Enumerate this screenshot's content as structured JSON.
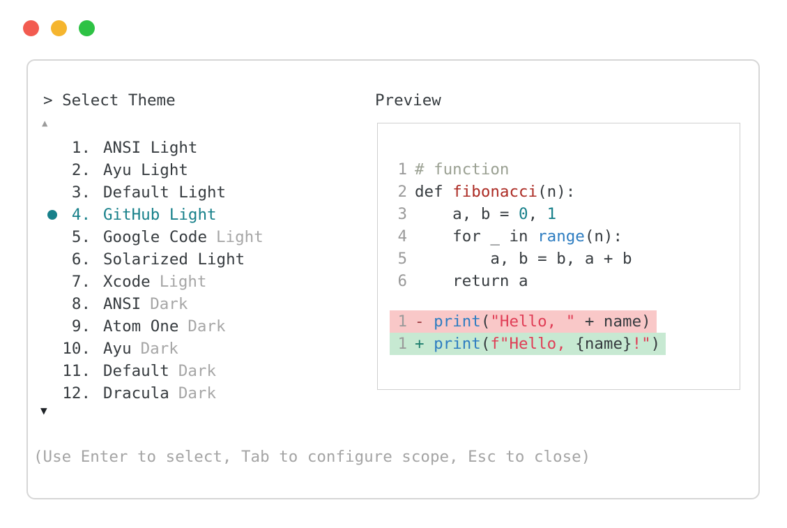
{
  "window": {
    "traffic_lights": [
      {
        "name": "close",
        "color": "#f25b50"
      },
      {
        "name": "minimize",
        "color": "#f5b52e"
      },
      {
        "name": "zoom",
        "color": "#2dc244"
      }
    ]
  },
  "theme_selector": {
    "prompt": "> Select Theme",
    "scroll_up_icon": "▲",
    "scroll_down_icon": "▼",
    "items": [
      {
        "number": "1.",
        "label": "ANSI Light",
        "muted": "",
        "selected": false
      },
      {
        "number": "2.",
        "label": "Ayu Light",
        "muted": "",
        "selected": false
      },
      {
        "number": "3.",
        "label": "Default Light",
        "muted": "",
        "selected": false
      },
      {
        "number": "4.",
        "label": "GitHub Light",
        "muted": "",
        "selected": true
      },
      {
        "number": "5.",
        "label": "Google Code",
        "muted": "Light",
        "selected": false
      },
      {
        "number": "6.",
        "label": "Solarized Light",
        "muted": "",
        "selected": false
      },
      {
        "number": "7.",
        "label": "Xcode",
        "muted": "Light",
        "selected": false
      },
      {
        "number": "8.",
        "label": "ANSI",
        "muted": "Dark",
        "selected": false
      },
      {
        "number": "9.",
        "label": "Atom One",
        "muted": "Dark",
        "selected": false
      },
      {
        "number": "10.",
        "label": "Ayu",
        "muted": "Dark",
        "selected": false
      },
      {
        "number": "11.",
        "label": "Default",
        "muted": "Dark",
        "selected": false
      },
      {
        "number": "12.",
        "label": "Dracula",
        "muted": "Dark",
        "selected": false
      }
    ],
    "help_text": "(Use Enter to select, Tab to configure scope, Esc to close)"
  },
  "preview": {
    "title": "Preview",
    "code_lines": [
      {
        "gutter": "1",
        "tokens": [
          {
            "type": "comment",
            "text": "# function"
          }
        ]
      },
      {
        "gutter": "2",
        "tokens": [
          {
            "type": "plain",
            "text": "def "
          },
          {
            "type": "function",
            "text": "fibonacci"
          },
          {
            "type": "plain",
            "text": "(n):"
          }
        ]
      },
      {
        "gutter": "3",
        "tokens": [
          {
            "type": "plain",
            "text": "    a, b = "
          },
          {
            "type": "number",
            "text": "0"
          },
          {
            "type": "plain",
            "text": ", "
          },
          {
            "type": "number",
            "text": "1"
          }
        ]
      },
      {
        "gutter": "4",
        "tokens": [
          {
            "type": "plain",
            "text": "    for _ in "
          },
          {
            "type": "builtin",
            "text": "range"
          },
          {
            "type": "plain",
            "text": "(n):"
          }
        ]
      },
      {
        "gutter": "5",
        "tokens": [
          {
            "type": "plain",
            "text": "        a, b = b, a + b"
          }
        ]
      },
      {
        "gutter": "6",
        "tokens": [
          {
            "type": "plain",
            "text": "    return a"
          }
        ]
      }
    ],
    "diff_lines": [
      {
        "gutter": "1",
        "kind": "removed",
        "tokens": [
          {
            "type": "minus",
            "text": "- "
          },
          {
            "type": "builtin",
            "text": "print"
          },
          {
            "type": "plain",
            "text": "("
          },
          {
            "type": "string",
            "text": "\"Hello, \""
          },
          {
            "type": "plain",
            "text": " + name)"
          }
        ]
      },
      {
        "gutter": "1",
        "kind": "added",
        "tokens": [
          {
            "type": "plus",
            "text": "+ "
          },
          {
            "type": "builtin",
            "text": "print"
          },
          {
            "type": "plain",
            "text": "("
          },
          {
            "type": "string",
            "text": "f\"Hello, "
          },
          {
            "type": "interpolation",
            "text": "{name}"
          },
          {
            "type": "string",
            "text": "!\""
          },
          {
            "type": "plain",
            "text": ")"
          }
        ]
      }
    ]
  },
  "colors": {
    "accent_teal": "#17808a",
    "text_dark": "#363b3f",
    "text_muted": "#a6a6a6",
    "comment_green": "#9aa092",
    "function_red": "#ac2b24",
    "builtin_blue": "#2e7dc1",
    "string_red": "#e03e56",
    "diff_removed_bg": "#f9c8c8",
    "diff_added_bg": "#c7e9d2",
    "diff_minus": "#9d3c42",
    "diff_plus": "#1d7e6d"
  }
}
